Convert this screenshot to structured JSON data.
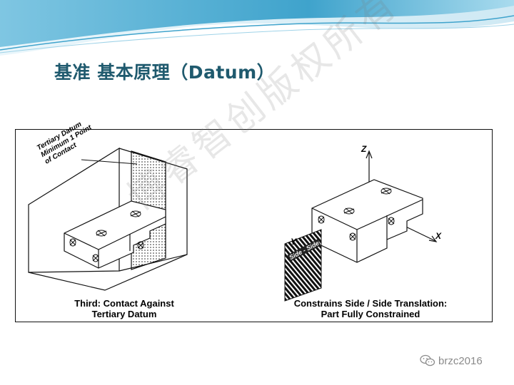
{
  "slide": {
    "title": "基准 基本原理（Datum）",
    "watermark": "博睿智创版权所有",
    "footer_handle": "brzc2016"
  },
  "left_figure": {
    "note_lines": [
      "Tertiary Datum",
      "Minimum 1 Point",
      "of Contact"
    ],
    "caption_lines": [
      "Third: Contact Against",
      "Tertiary Datum"
    ]
  },
  "right_figure": {
    "axis_z": "Z",
    "axis_x": "X",
    "axis_y": "Y",
    "side_label": "Side - Side",
    "caption_lines": [
      "Constrains Side / Side Translation:",
      "Part Fully Constrained"
    ]
  },
  "colors": {
    "title": "#1f5a6e",
    "banner_light": "#d9eef7",
    "banner_mid": "#8fcde6",
    "banner_deep": "#3fa3cc"
  }
}
